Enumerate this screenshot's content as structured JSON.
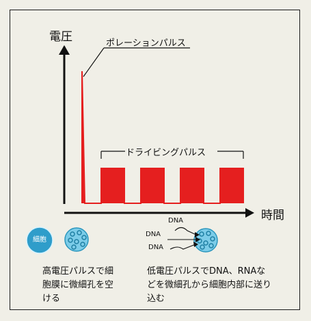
{
  "axes": {
    "y_label": "電圧",
    "x_label": "時間"
  },
  "annotations": {
    "poration_pulse": "ポレーションパルス",
    "driving_pulse": "ドライビングパルス"
  },
  "cells": {
    "cell_label": "細胞",
    "dna_label": "DNA"
  },
  "captions": {
    "left": "高電圧パルスで細胞膜に微細孔を空ける",
    "right": "低電圧パルスでDNA、RNAなどを微細孔から細胞内部に送り込む"
  },
  "colors": {
    "background": "#f0efe7",
    "pulse": "#e51f1f",
    "cell_fill": "#7ccce8",
    "cell_stroke": "#2a96bd",
    "cell_label_fill": "#2f9dca"
  }
}
